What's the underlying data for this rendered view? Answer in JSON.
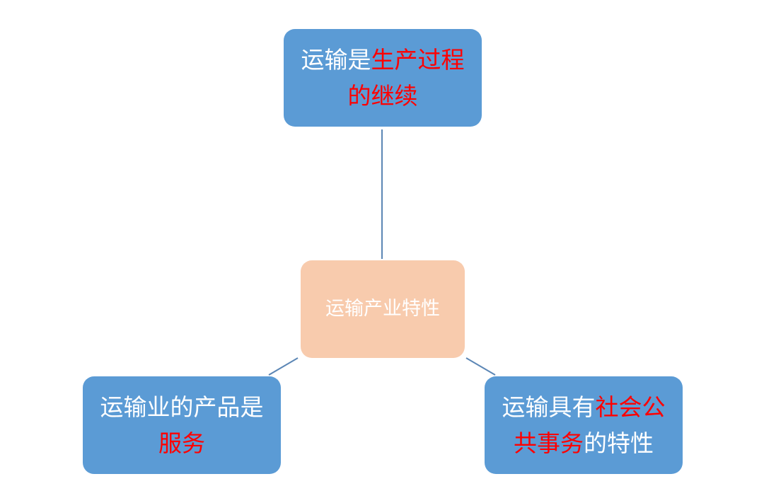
{
  "center": {
    "text": "运输产业特性"
  },
  "nodes": {
    "top": {
      "segments": [
        {
          "text": "运输是",
          "highlight": false
        },
        {
          "text": "生产过程",
          "highlight": true
        },
        {
          "text": "的继续",
          "highlight": true
        }
      ]
    },
    "left": {
      "segments": [
        {
          "text": "运输业的产品是",
          "highlight": false
        },
        {
          "text": "服务",
          "highlight": true
        }
      ]
    },
    "right": {
      "segments": [
        {
          "text": "运输具有",
          "highlight": false
        },
        {
          "text": "社会公共事务",
          "highlight": true
        },
        {
          "text": "的特性",
          "highlight": false
        }
      ]
    }
  },
  "colors": {
    "node_fill": "#5b9bd5",
    "center_fill": "#f8cbad",
    "highlight_text": "#ff0000",
    "connector": "#5b86b5"
  }
}
